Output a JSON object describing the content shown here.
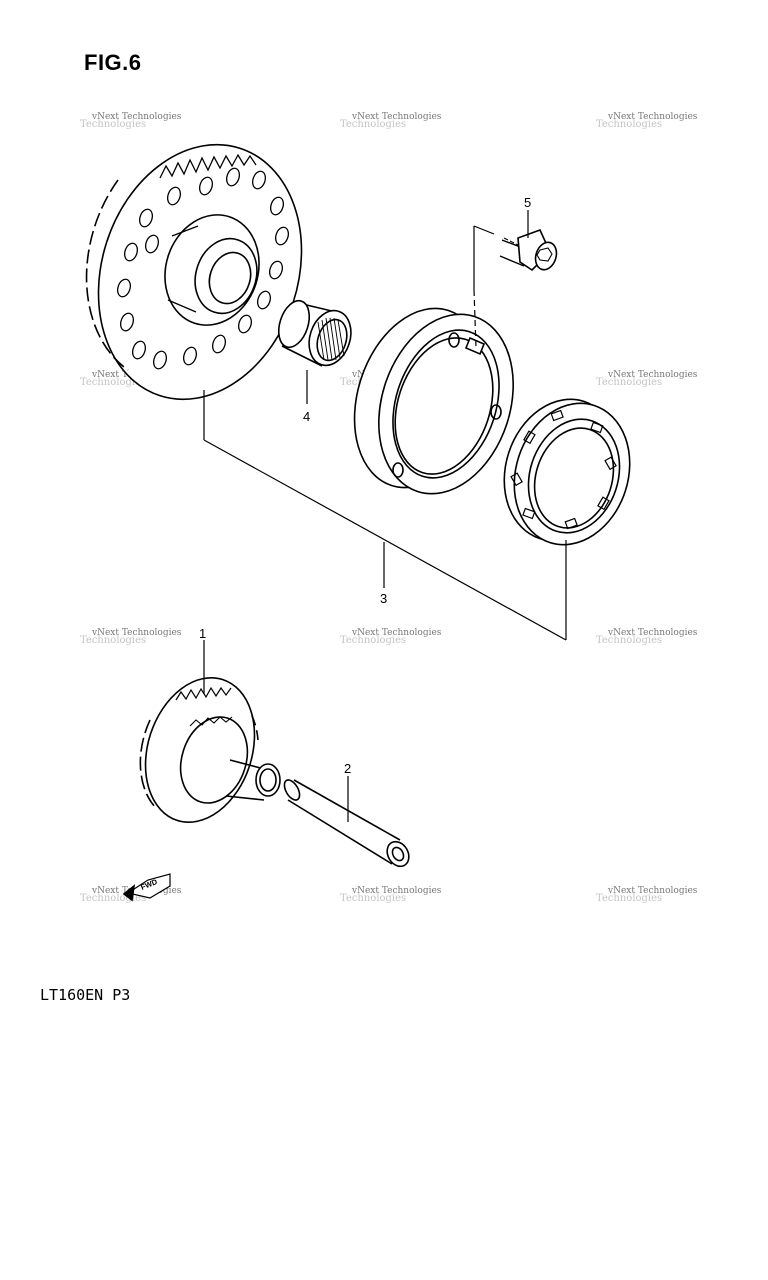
{
  "figure": {
    "title": "FIG.6",
    "code": "LT160EN P3"
  },
  "watermark": {
    "line1": "vNext Technologies",
    "line2": "Technologies"
  },
  "callouts": [
    "1",
    "2",
    "3",
    "4",
    "5"
  ],
  "fwd_label": "FWD"
}
